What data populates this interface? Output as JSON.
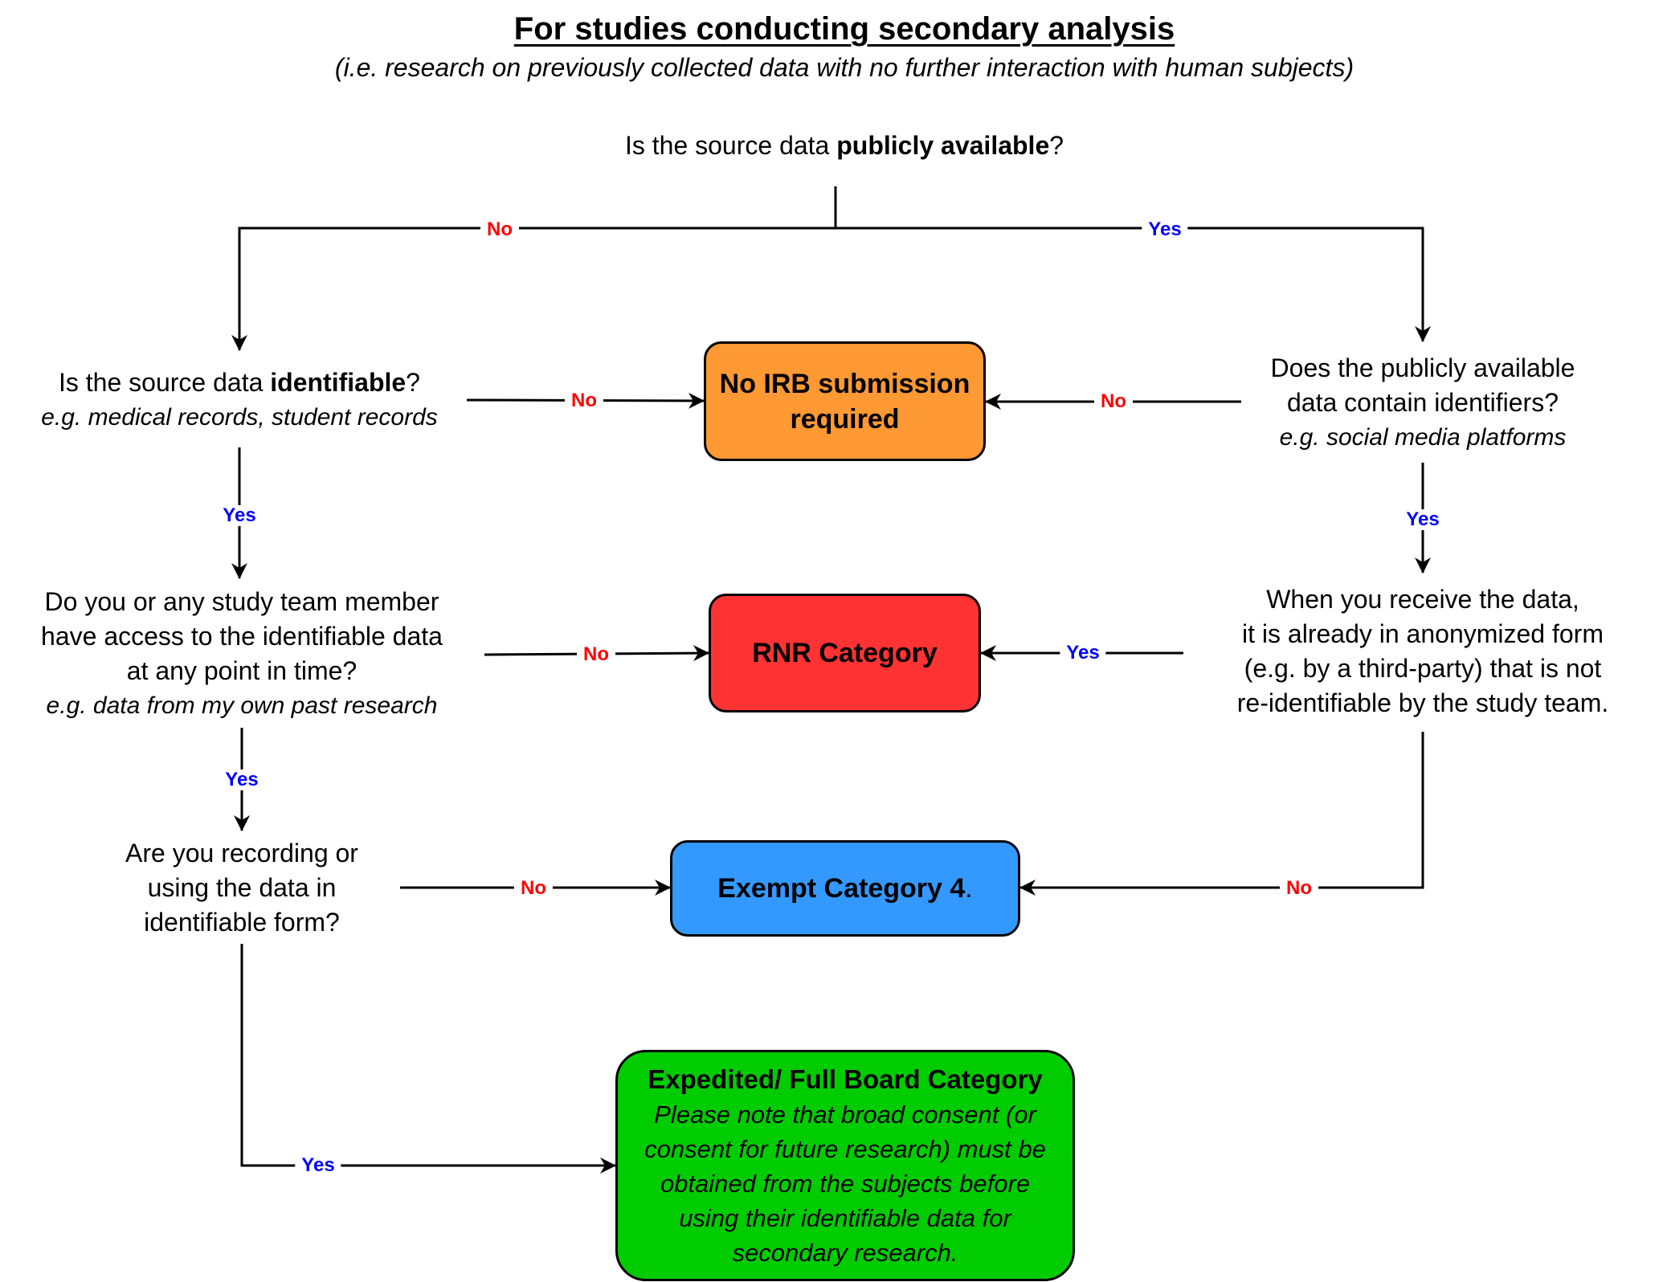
{
  "header": {
    "title": "For studies conducting secondary analysis",
    "subtitle": "(i.e. research on previously collected data with no further interaction with human subjects)"
  },
  "questions": {
    "q_public": {
      "pre": "Is the source data ",
      "bold": "publicly available",
      "post": "?"
    },
    "q_identifiable": {
      "pre": "Is the source data ",
      "bold": "identifiable",
      "post": "?",
      "example": "e.g. medical records, student records"
    },
    "q_identifiers": {
      "lines": [
        "Does the publicly available",
        "data contain identifiers?"
      ],
      "example": "e.g. social media platforms"
    },
    "q_access": {
      "lines": [
        "Do you or any study team member",
        "have access to the identifiable data",
        "at any point in time?"
      ],
      "example": "e.g. data from my own past research"
    },
    "q_anonymized": {
      "lines": [
        "When you receive the data,",
        "it is already in anonymized form",
        "(e.g. by a third-party) that is not",
        "re-identifiable by the study team."
      ]
    },
    "q_recording": {
      "lines": [
        "Are you recording or",
        "using the data in",
        "identifiable form?"
      ]
    }
  },
  "outcomes": {
    "no_irb": {
      "lines": [
        "No IRB submission",
        "required"
      ],
      "color": "#FF9933"
    },
    "rnr": {
      "label": "RNR Category",
      "color": "#FF3333"
    },
    "exempt": {
      "label": "Exempt Category 4",
      "suffix": ".",
      "color": "#3399FF"
    },
    "expedited": {
      "title": "Expedited/ Full Board Category",
      "note_lines": [
        "Please note that broad consent (or",
        "consent for future research) must be",
        "obtained from the subjects before",
        "using their identifiable data for",
        "secondary research."
      ],
      "color": "#00CC00"
    }
  },
  "edge_labels": {
    "public_no": "No",
    "public_yes": "Yes",
    "identifiable_no": "No",
    "identifiers_no": "No",
    "identifiable_yes": "Yes",
    "identifiers_yes": "Yes",
    "access_no": "No",
    "anonymized_yes": "Yes",
    "access_yes": "Yes",
    "recording_no": "No",
    "anonymized_no": "No",
    "recording_yes": "Yes"
  },
  "colors": {
    "no_label": "#FF0000",
    "yes_label": "#0000FF"
  }
}
